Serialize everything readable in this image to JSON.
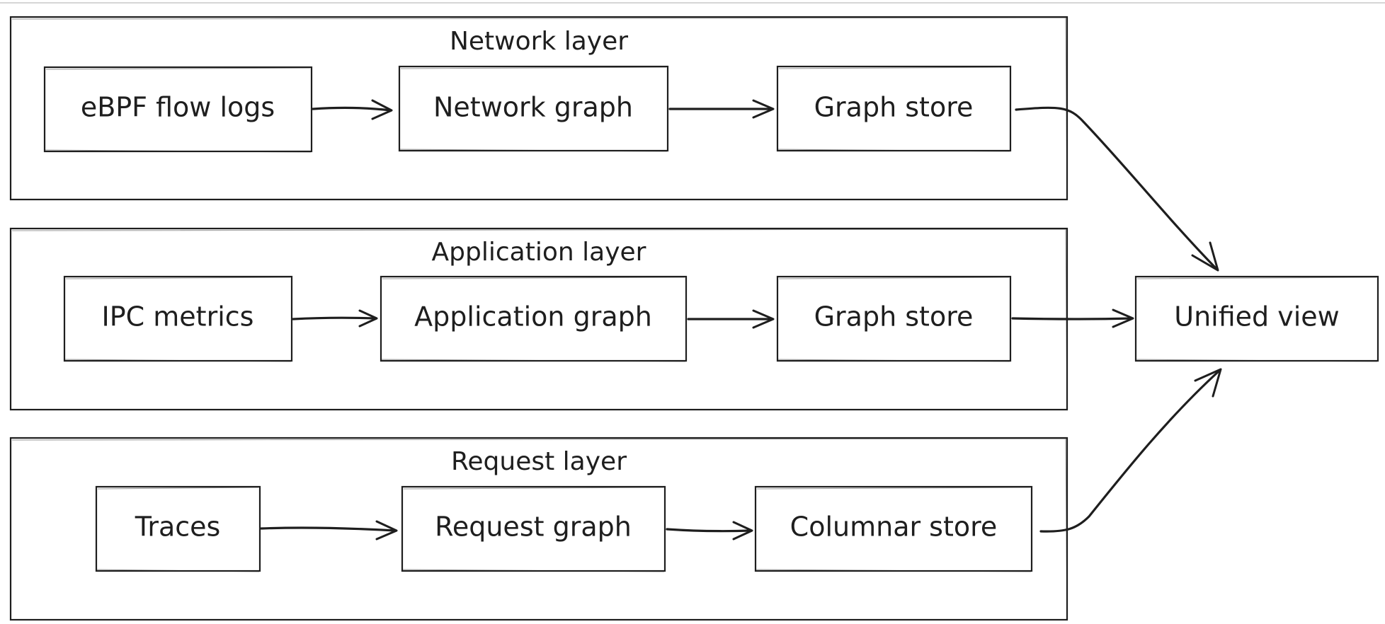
{
  "diagram": {
    "layers": [
      {
        "id": "network",
        "title": "Network layer",
        "nodes": [
          {
            "id": "ebpf",
            "label": "eBPF flow logs"
          },
          {
            "id": "netgraph",
            "label": "Network graph"
          },
          {
            "id": "netstore",
            "label": "Graph store"
          }
        ]
      },
      {
        "id": "application",
        "title": "Application layer",
        "nodes": [
          {
            "id": "ipc",
            "label": "IPC metrics"
          },
          {
            "id": "appgraph",
            "label": "Application graph"
          },
          {
            "id": "appstore",
            "label": "Graph store"
          }
        ]
      },
      {
        "id": "request",
        "title": "Request layer",
        "nodes": [
          {
            "id": "traces",
            "label": "Traces"
          },
          {
            "id": "reqgraph",
            "label": "Request graph"
          },
          {
            "id": "colstore",
            "label": "Columnar store"
          }
        ]
      }
    ],
    "unified": {
      "id": "unified",
      "label": "Unified view"
    },
    "edges": [
      {
        "from": "ebpf",
        "to": "netgraph"
      },
      {
        "from": "netgraph",
        "to": "netstore"
      },
      {
        "from": "netstore",
        "to": "unified"
      },
      {
        "from": "ipc",
        "to": "appgraph"
      },
      {
        "from": "appgraph",
        "to": "appstore"
      },
      {
        "from": "appstore",
        "to": "unified"
      },
      {
        "from": "traces",
        "to": "reqgraph"
      },
      {
        "from": "reqgraph",
        "to": "colstore"
      },
      {
        "from": "colstore",
        "to": "unified"
      }
    ],
    "colors": {
      "stroke": "#1e1e1e",
      "background": "#ffffff"
    }
  }
}
